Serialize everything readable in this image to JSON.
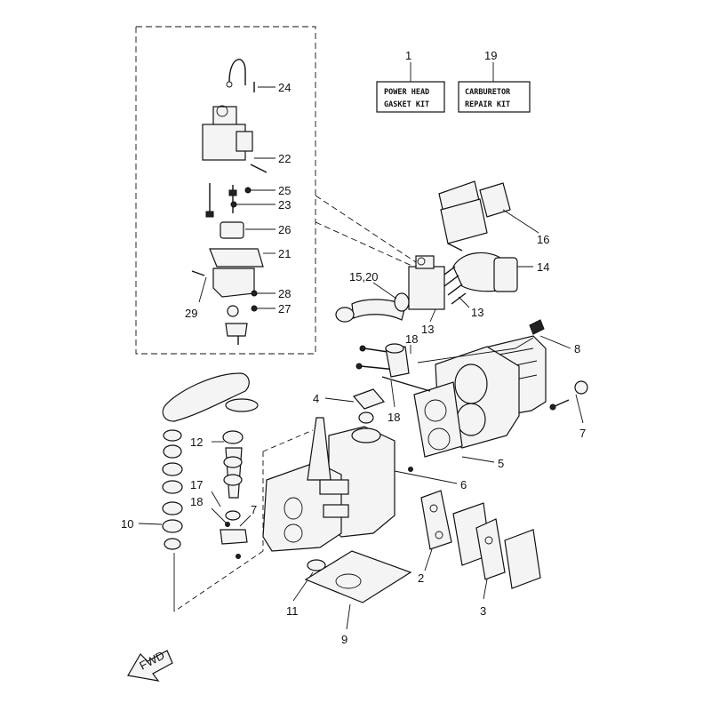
{
  "kits": [
    {
      "number": "1",
      "line1": "POWER HEAD",
      "line2": "GASKET KIT"
    },
    {
      "number": "19",
      "line1": "CARBURETOR",
      "line2": "REPAIR KIT"
    }
  ],
  "callouts": {
    "c24": "24",
    "c22": "22",
    "c25": "25",
    "c23": "23",
    "c26": "26",
    "c21": "21",
    "c28": "28",
    "c27": "27",
    "c29": "29",
    "c16": "16",
    "c14": "14",
    "c15_20": "15,20",
    "c13a": "13",
    "c13b": "13",
    "c18a": "18",
    "c18b": "18",
    "c8": "8",
    "c4": "4",
    "c7a": "7",
    "c7b": "7",
    "c12": "12",
    "c5": "5",
    "c6": "6",
    "c17": "17",
    "c18c": "18",
    "c10": "10",
    "c2": "2",
    "c3": "3",
    "c11": "11",
    "c9": "9"
  },
  "fwd_label": "FWD"
}
